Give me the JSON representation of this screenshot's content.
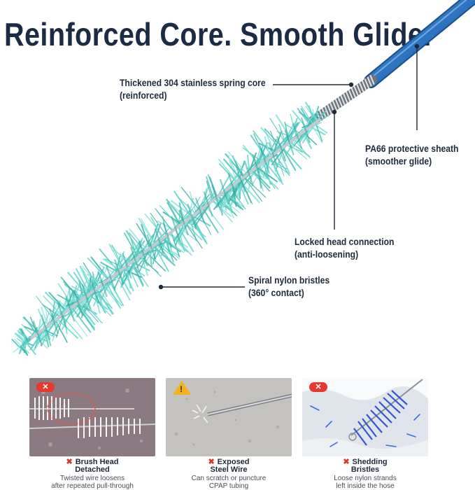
{
  "headline": "Reinforced Core. Smooth Glide.",
  "callouts": {
    "core": {
      "line1": "Thickened 304 stainless spring core",
      "line2": "(reinforced)"
    },
    "sheath": {
      "line1": "PA66 protective sheath",
      "line2": "(smoother glide)"
    },
    "connection": {
      "line1": "Locked head connection",
      "line2": "(anti-loosening)"
    },
    "bristles": {
      "line1": "Spiral nylon bristles",
      "line2": "(360° contact)"
    }
  },
  "panels": [
    {
      "badge": "✕",
      "title_line1": "Brush Head",
      "title_line2": "Detached",
      "desc_line1": "Twisted wire loosens",
      "desc_line2": "after repeated pull-through"
    },
    {
      "badge": "!",
      "title_line1": "Exposed",
      "title_line2": "Steel Wire",
      "desc_line1": "Can scratch or puncture",
      "desc_line2": "CPAP tubing"
    },
    {
      "badge": "✕",
      "title_line1": "Shedding",
      "title_line2": "Bristles",
      "desc_line1": "Loose nylon strands",
      "desc_line2": "left inside the hose"
    }
  ],
  "colors": {
    "headline": "#1b2a45",
    "bristle": "#5fd3c8",
    "sheath": "#2e74c0",
    "spring": "#9aa1a8",
    "error": "#e63a2e",
    "warning": "#f1b21b"
  }
}
